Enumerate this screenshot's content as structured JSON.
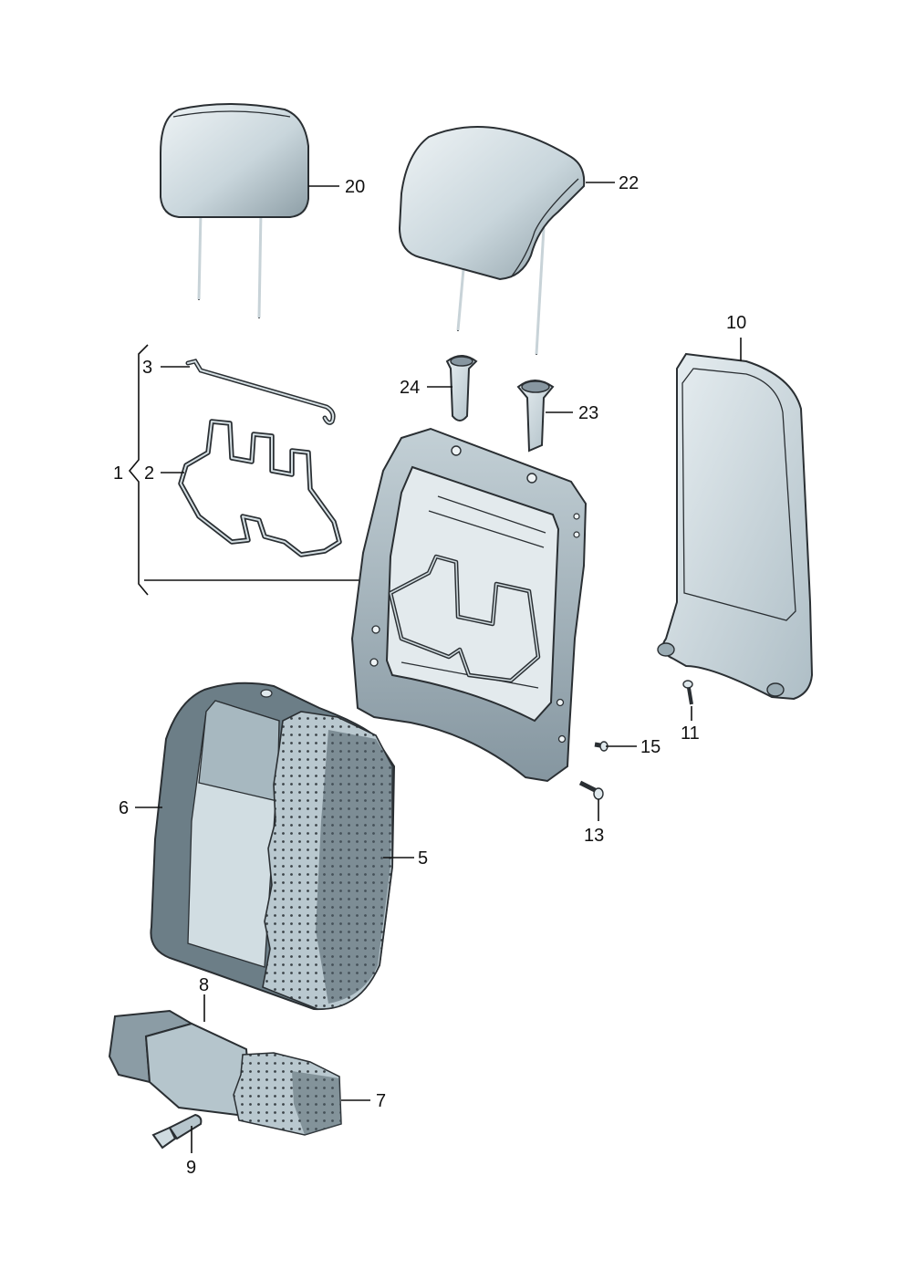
{
  "callouts": {
    "c1": "1",
    "c2": "2",
    "c3": "3",
    "c5": "5",
    "c6": "6",
    "c7": "7",
    "c8": "8",
    "c9": "9",
    "c10": "10",
    "c11": "11",
    "c13": "13",
    "c15": "15",
    "c20": "20",
    "c22": "22",
    "c23": "23",
    "c24": "24"
  },
  "colors": {
    "fill_light": "#dfe8ec",
    "fill_mid": "#b7c6cd",
    "fill_dark": "#7d8f98",
    "outline": "#2a2f33"
  }
}
